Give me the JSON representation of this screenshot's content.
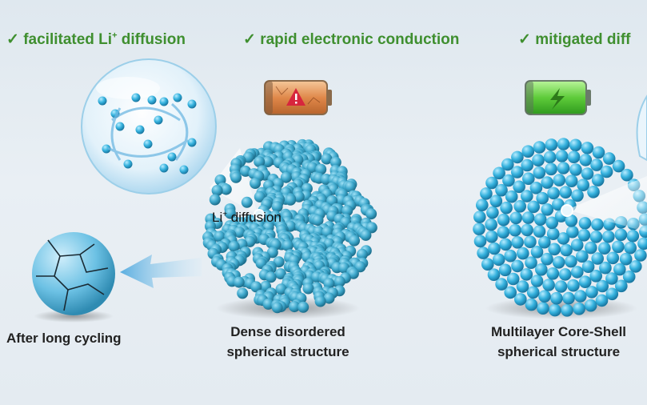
{
  "benefits": [
    {
      "check": "✓",
      "text_pre": "facilitated Li",
      "sup": "+",
      "text_post": " diffusion"
    },
    {
      "check": "✓",
      "text": "rapid electronic conduction"
    },
    {
      "check": "✓",
      "text": "mitigated diff"
    }
  ],
  "labels": {
    "li_diffusion_pre": "Li",
    "li_diffusion_sup": "+",
    "li_diffusion_post": " diffusion",
    "after_cycling": "After long cycling",
    "dense_line1": "Dense disordered",
    "dense_line2": "spherical structure",
    "multilayer_line1": "Multilayer Core-Shell",
    "multilayer_line2": "spherical structure"
  },
  "colors": {
    "benefit_green": "#3f8f2f",
    "particle_teal": "#2f8fb0",
    "particle_light": "#5cc4e6",
    "battery_good": "#5ecb3a",
    "battery_bad": "#e0884a",
    "warning_red": "#d7263d",
    "arrow_blue": "#7dc0e6"
  },
  "icons": [
    "check-icon",
    "battery-warning-icon",
    "battery-charged-icon",
    "warning-icon",
    "lightning-icon",
    "arrow-left-icon",
    "magnifier-bubble-icon",
    "cracked-sphere-icon"
  ]
}
